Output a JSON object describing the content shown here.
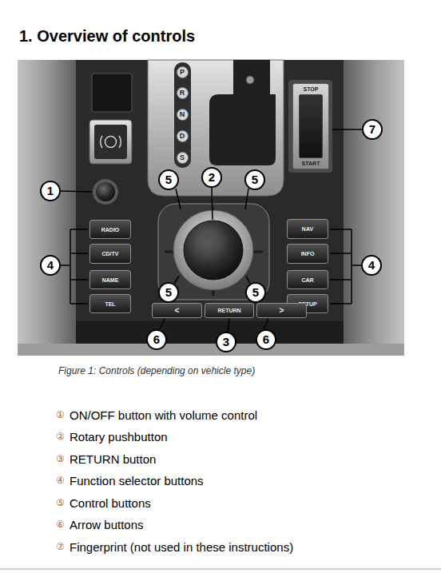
{
  "diagram": {
    "title": "1. Overview of controls",
    "caption": "Figure 1: Controls (depending on vehicle type)",
    "nodes": [
      {
        "text": [
          "STOP",
          "START"
        ]
      },
      {
        "text": [
          "RADIO"
        ]
      },
      {
        "text": [
          "CD/TV"
        ]
      },
      {
        "text": [
          "NAME"
        ]
      },
      {
        "text": [
          "TEL"
        ]
      },
      {
        "text": [
          "NAV"
        ]
      },
      {
        "text": [
          "INFO"
        ]
      },
      {
        "text": [
          "CAR"
        ]
      },
      {
        "text": [
          "SETUP"
        ]
      },
      {
        "text": [
          "<"
        ]
      },
      {
        "text": [
          "RETURN"
        ]
      },
      {
        "text": [
          ">"
        ]
      }
    ],
    "labels": [
      "P",
      "R",
      "N",
      "D",
      "S",
      "7",
      "1",
      "5",
      "2",
      "5",
      "4",
      "4",
      "5",
      "5",
      "6",
      "3",
      "6",
      "①",
      "②",
      "③",
      "④",
      "⑤",
      "⑥",
      "⑦",
      "ON/OFF button with volume control",
      "Rotary pushbutton",
      "RETURN button",
      "Function selector buttons",
      "Control buttons",
      "Arrow buttons",
      "Fingerprint (not used in these instructions)"
    ]
  }
}
